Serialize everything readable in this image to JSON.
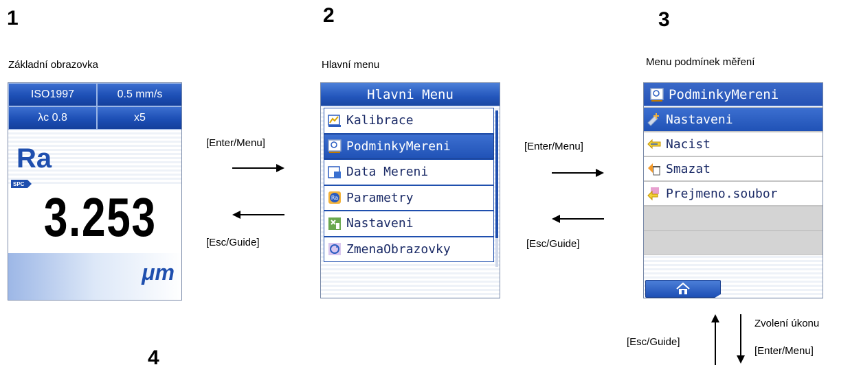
{
  "steps": {
    "s1": "1",
    "s2": "2",
    "s3": "3",
    "s4": "4"
  },
  "captions": {
    "s1": "Základní obrazovka",
    "s2": "Hlavní menu",
    "s3": "Menu podmínek měření"
  },
  "arrows": {
    "enter_1": "[Enter/Menu]",
    "esc_1": "[Esc/Guide]",
    "enter_2": "[Enter/Menu]",
    "esc_2": "[Esc/Guide]",
    "select_action": "Zvolení úkonu",
    "esc_3": "[Esc/Guide]",
    "enter_3": "[Enter/Menu]"
  },
  "screen1": {
    "standard": "ISO1997",
    "speed": "0.5 mm/s",
    "cutoff": "λc 0.8",
    "count": "x5",
    "parameter": "Ra",
    "spc_badge": "SPC",
    "value": "3.253",
    "unit": "μm"
  },
  "screen2": {
    "title": "Hlavni Menu",
    "items": [
      {
        "label": "Kalibrace",
        "icon": "calibration-icon"
      },
      {
        "label": "PodminkyMereni",
        "icon": "measurement-conditions-icon",
        "selected": true
      },
      {
        "label": "Data Mereni",
        "icon": "measurement-data-icon"
      },
      {
        "label": "Parametry",
        "icon": "parameters-icon"
      },
      {
        "label": "Nastaveni",
        "icon": "settings-icon"
      },
      {
        "label": "ZmenaObrazovky",
        "icon": "screen-change-icon"
      }
    ]
  },
  "screen3": {
    "title": "PodminkyMereni",
    "items": [
      {
        "label": "Nastaveni",
        "icon": "setup-icon",
        "selected": true
      },
      {
        "label": "Nacist",
        "icon": "load-icon"
      },
      {
        "label": "Smazat",
        "icon": "delete-icon"
      },
      {
        "label": "Prejmeno.soubor",
        "icon": "rename-icon"
      }
    ],
    "home_icon": "home-icon"
  },
  "colors": {
    "accent": "#1f4fae",
    "selected": "#2a5cc0",
    "empty_row": "#d4d4d4"
  }
}
